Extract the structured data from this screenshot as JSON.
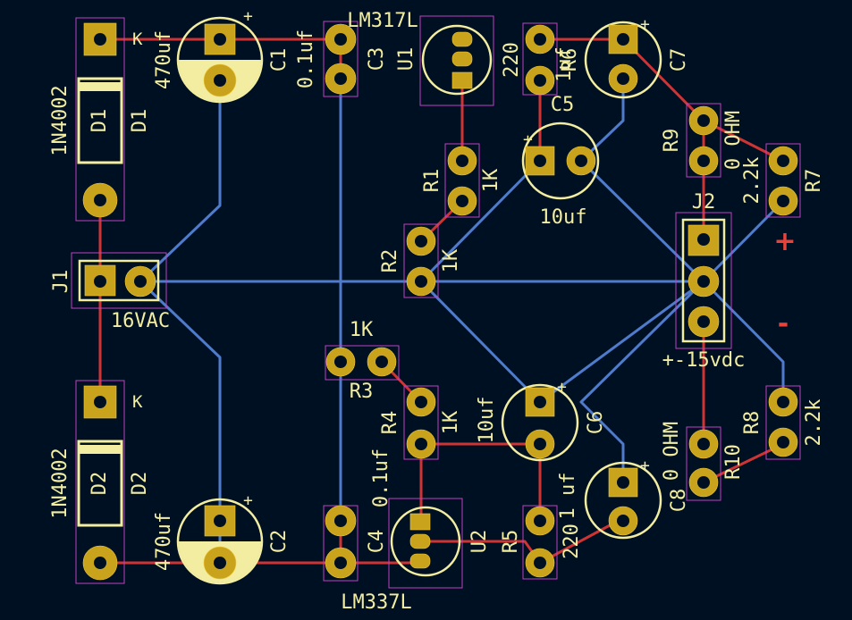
{
  "board": {
    "colors": {
      "background": "#001023",
      "silkscreen": "#f2eda1",
      "courtyard": "#c041c0",
      "pad": "#c8a31b",
      "back_copper": "#4f7bcc",
      "front_copper": "#cf3434",
      "polarity_marker": "#e8423a"
    }
  },
  "labels": {
    "d1_ref": "D1",
    "d1_body": "D1",
    "d1_value": "1N4002",
    "d1_k": "K",
    "d2_ref": "D2",
    "d2_body": "D2",
    "d2_value": "1N4002",
    "d2_k": "K",
    "c1_ref": "C1",
    "c1_value": "470uf",
    "c2_ref": "C2",
    "c2_value": "470uf",
    "c3_ref": "C3",
    "c3_value": "0.1uf",
    "c4_ref": "C4",
    "c4_value": "0.1uf",
    "u1_ref": "U1",
    "u1_value": "LM317L",
    "u2_ref": "U2",
    "u2_value": "LM337L",
    "r6_ref": "R6",
    "r6_value": "220",
    "r6_value2": "1uf",
    "c5_ref": "C5",
    "c5_value": "10uf",
    "c7_ref": "C7",
    "r9_ref": "R9",
    "r9_value": "0 OHM",
    "r7_ref": "R7",
    "r7_value": "2.2k",
    "r1_ref": "R1",
    "r1_value": "1K",
    "r2_ref": "R2",
    "r2_value": "1K",
    "j1_ref": "J1",
    "j1_value": "16VAC",
    "j2_ref": "J2",
    "j2_value": "+-15vdc",
    "plus_marker": "+",
    "minus_marker": "-",
    "r3_ref": "R3",
    "r3_value": "1K",
    "r4_ref": "R4",
    "r4_value": "1K",
    "c6_ref": "C6",
    "c6_value": "10uf",
    "r10_ref": "R10",
    "r10_value": "0 OHM",
    "r8_ref": "R8",
    "r8_value": "2.2k",
    "r5_ref": "R5",
    "r5_value": "220",
    "c8_ref": "C8",
    "c8_value": "1 uf",
    "cap_plus": "+"
  }
}
